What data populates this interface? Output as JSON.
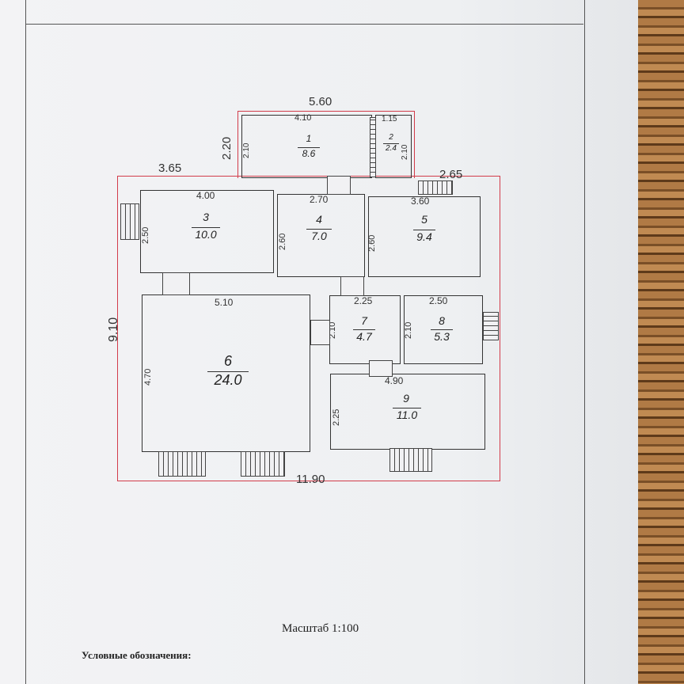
{
  "outer_dims": {
    "top_left": "3.65",
    "top_main": "5.60",
    "top_right": "2.65",
    "left_side": "9.10",
    "bottom": "11.90",
    "annex_height": "2.20"
  },
  "rooms": [
    {
      "num": "1",
      "area": "8.6",
      "w": "4.10",
      "h": "2.10"
    },
    {
      "num": "2",
      "area": "2.4",
      "w": "1.15",
      "h": "2.10"
    },
    {
      "num": "3",
      "area": "10.0",
      "w": "4.00",
      "h": "2.50"
    },
    {
      "num": "4",
      "area": "7.0",
      "w": "2.70",
      "h": "2.60"
    },
    {
      "num": "5",
      "area": "9.4",
      "w": "3.60",
      "h": "2.60"
    },
    {
      "num": "6",
      "area": "24.0",
      "w": "5.10",
      "h": "4.70"
    },
    {
      "num": "7",
      "area": "4.7",
      "w": "2.25",
      "h": "2.10"
    },
    {
      "num": "8",
      "area": "5.3",
      "w": "2.50",
      "h": "2.10"
    },
    {
      "num": "9",
      "area": "11.0",
      "w": "4.90",
      "h": "2.25"
    }
  ],
  "scale_label": "Масштаб 1:100",
  "legend_label": "Условные обозначения:",
  "colors": {
    "outline": "#d23c4a",
    "walls": "#333333"
  }
}
